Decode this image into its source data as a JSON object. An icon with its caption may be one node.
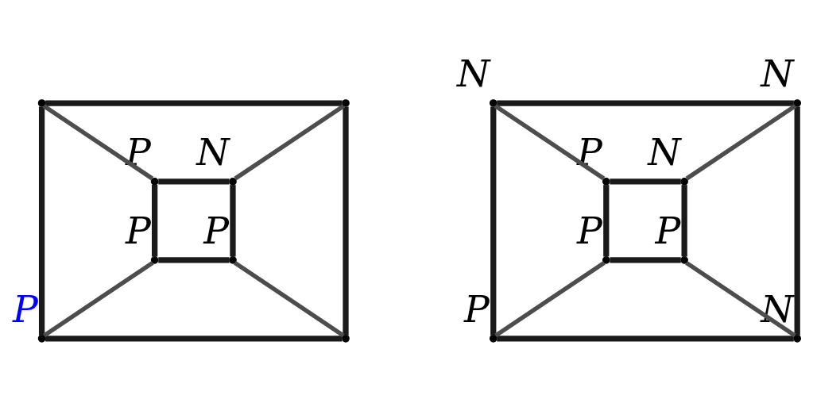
{
  "diagram": {
    "nodes": [
      {
        "text": [],
        "shape": "point"
      },
      {
        "text": [],
        "shape": "point"
      },
      {
        "text": [],
        "shape": "point",
        "beside": [
          "P"
        ]
      },
      {
        "text": [],
        "shape": "point"
      },
      {
        "text": [],
        "shape": "point",
        "beside": [
          "P"
        ]
      },
      {
        "text": [],
        "shape": "point",
        "beside": [
          "N"
        ]
      },
      {
        "text": [],
        "shape": "point",
        "beside": [
          "P"
        ]
      },
      {
        "text": [],
        "shape": "point",
        "beside": [
          "P"
        ]
      },
      {
        "text": [],
        "shape": "point",
        "beside": [
          "N"
        ]
      },
      {
        "text": [],
        "shape": "point",
        "beside": [
          "N"
        ]
      },
      {
        "text": [],
        "shape": "point",
        "beside": [
          "P"
        ]
      },
      {
        "text": [],
        "shape": "point",
        "beside": [
          "N"
        ]
      },
      {
        "text": [],
        "shape": "point",
        "beside": [
          "P"
        ]
      },
      {
        "text": [],
        "shape": "point",
        "beside": [
          "N"
        ]
      },
      {
        "text": [],
        "shape": "point",
        "beside": [
          "P"
        ]
      },
      {
        "text": [],
        "shape": "point",
        "beside": [
          "P"
        ]
      }
    ],
    "edges": [
      {
        "from": 0,
        "to": 1,
        "arrow": "none"
      },
      {
        "from": 1,
        "to": 3,
        "arrow": "none"
      },
      {
        "from": 2,
        "to": 3,
        "arrow": "none"
      },
      {
        "from": 0,
        "to": 2,
        "arrow": "none"
      },
      {
        "from": 4,
        "to": 5,
        "arrow": "none"
      },
      {
        "from": 5,
        "to": 7,
        "arrow": "none"
      },
      {
        "from": 6,
        "to": 7,
        "arrow": "none"
      },
      {
        "from": 4,
        "to": 6,
        "arrow": "none"
      },
      {
        "from": 0,
        "to": 4,
        "arrow": "none",
        "color": "#4d4d4d"
      },
      {
        "from": 1,
        "to": 5,
        "arrow": "none",
        "color": "#4d4d4d"
      },
      {
        "from": 6,
        "to": 2,
        "arrow": "none",
        "color": "#4d4d4d"
      },
      {
        "from": 7,
        "to": 3,
        "arrow": "none",
        "color": "#4d4d4d"
      },
      {
        "from": 8,
        "to": 9,
        "arrow": "none"
      },
      {
        "from": 9,
        "to": 11,
        "arrow": "none"
      },
      {
        "from": 10,
        "to": 11,
        "arrow": "none"
      },
      {
        "from": 8,
        "to": 10,
        "arrow": "none"
      },
      {
        "from": 12,
        "to": 13,
        "arrow": "none"
      },
      {
        "from": 13,
        "to": 15,
        "arrow": "none"
      },
      {
        "from": 14,
        "to": 15,
        "arrow": "none"
      },
      {
        "from": 12,
        "to": 14,
        "arrow": "none"
      },
      {
        "from": 8,
        "to": 12,
        "arrow": "none",
        "color": "#4d4d4d"
      },
      {
        "from": 9,
        "to": 13,
        "arrow": "none",
        "color": "#4d4d4d"
      },
      {
        "from": 14,
        "to": 10,
        "arrow": "none",
        "color": "#4d4d4d"
      },
      {
        "from": 15,
        "to": 11,
        "arrow": "none",
        "color": "#4d4d4d"
      }
    ]
  }
}
